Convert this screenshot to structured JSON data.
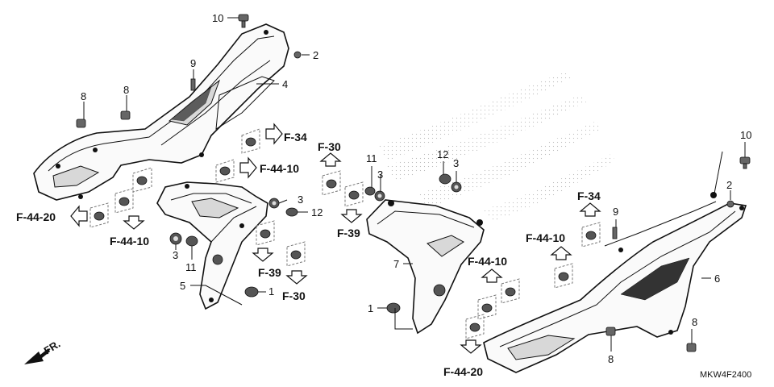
{
  "callouts": {
    "c10a": "10",
    "c2a": "2",
    "c9a": "9",
    "c8a": "8",
    "c8b": "8",
    "c4": "4",
    "c3a": "3",
    "c12a": "12",
    "c3b": "3",
    "c11a": "11",
    "c5": "5",
    "c1a": "1",
    "c11b": "11",
    "c3c": "3",
    "c12b": "12",
    "c3d": "3",
    "c7": "7",
    "c1b": "1",
    "c9b": "9",
    "c10b": "10",
    "c2b": "2",
    "c6": "6",
    "c8c": "8",
    "c8d": "8"
  },
  "refs": {
    "f34a": "F-34",
    "f4410a": "F-44-10",
    "f4420a": "F-44-20",
    "f4410b": "F-44-10",
    "f39a": "F-39",
    "f30a": "F-30",
    "f30b": "F-30",
    "f39b": "F-39",
    "f34b": "F-34",
    "f4410c": "F-44-10",
    "f4410d": "F-44-10",
    "f4420b": "F-44-20"
  },
  "front_label": "FR.",
  "diagram_code": "MKW4F2400"
}
